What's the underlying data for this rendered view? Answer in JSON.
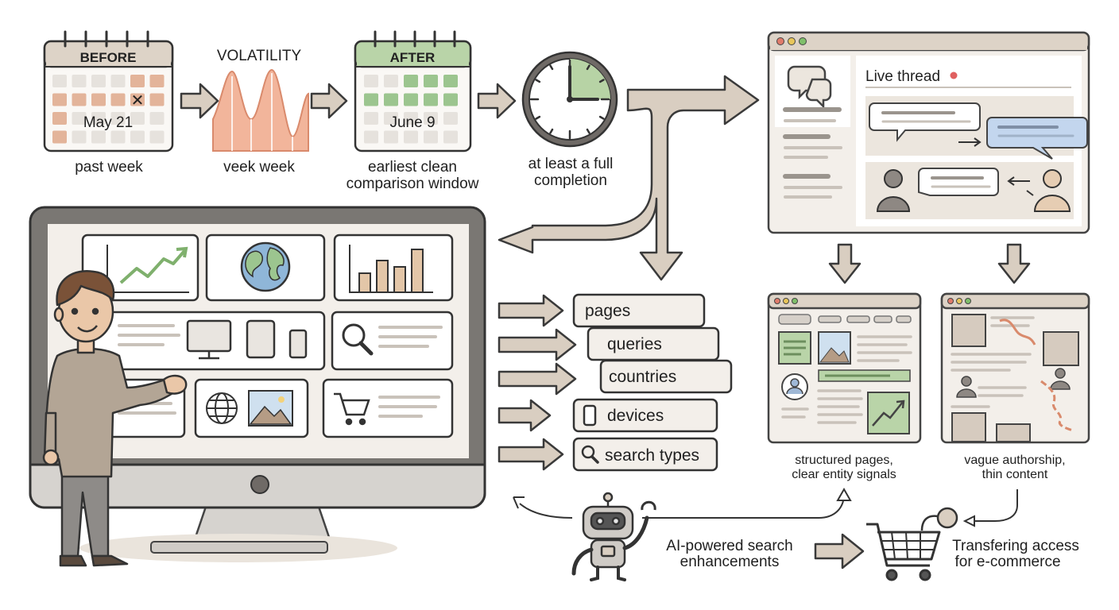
{
  "top_flow": {
    "before": {
      "header": "BEFORE",
      "date": "May 21",
      "caption": "past week"
    },
    "volatility": {
      "title": "VOLATILITY",
      "caption": "veek week"
    },
    "after": {
      "header": "AFTER",
      "date": "June 9",
      "caption_line1": "earliest clean",
      "caption_line2": "comparison window"
    },
    "clock": {
      "caption_line1": "at least a full",
      "caption_line2": "completion"
    }
  },
  "thread_window": {
    "title": "Live thread"
  },
  "dimensions": [
    "pages",
    "queries",
    "countries",
    "devices",
    "search types"
  ],
  "quality": {
    "good_line1": "structured pages,",
    "good_line2": "clear entity signals",
    "bad_line1": "vague authorship,",
    "bad_line2": "thin content"
  },
  "bottom": {
    "ai_line1": "AI-powered search",
    "ai_line2": "enhancements",
    "ecom_line1": "Transfering access",
    "ecom_line2": "for e-commerce"
  },
  "colors": {
    "before_accent": "#e3b49a",
    "after_accent": "#9cc58f",
    "volatility": "#eeaa8e",
    "arrow_fill": "#d9cec1",
    "arrow_stroke": "#3a3a3a",
    "live_dot": "#e06060",
    "screen_frame": "#7a7773"
  }
}
